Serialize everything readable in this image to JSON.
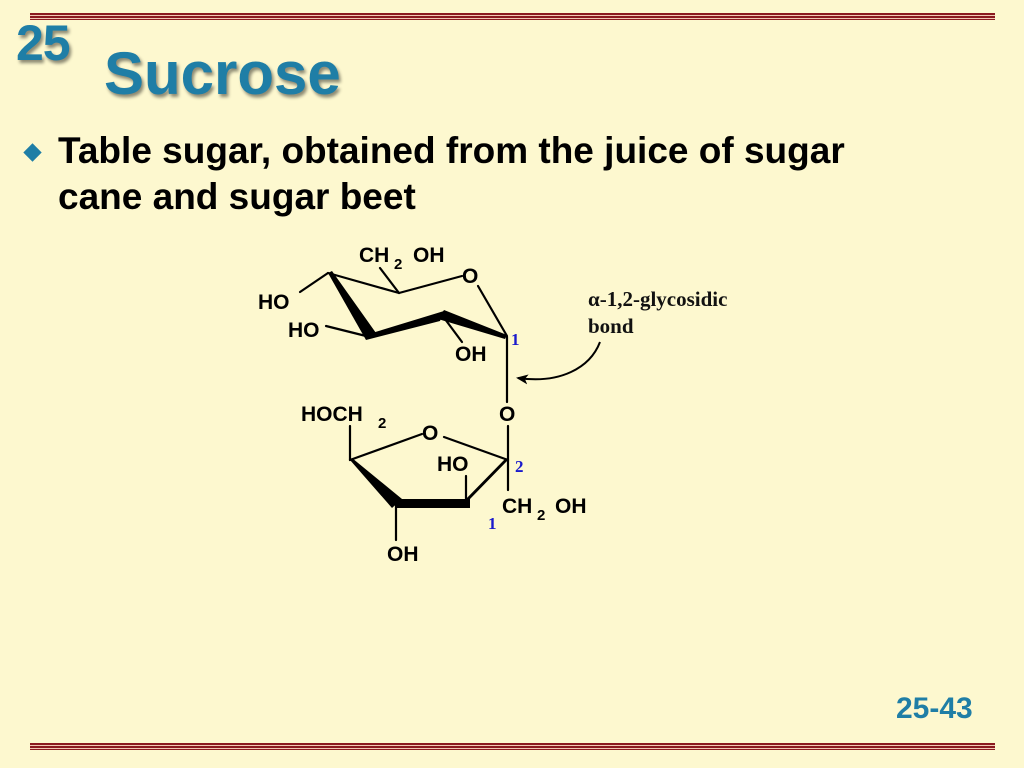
{
  "slide": {
    "chapter_number": "25",
    "title": "Sucrose",
    "bullets": [
      {
        "icon": "diamond-bullet-icon",
        "text": "Table sugar, obtained from the juice of sugar cane and sugar beet"
      }
    ],
    "page_number": "25-43",
    "colors": {
      "background": "#fdf8cf",
      "title": "#1f7ea6",
      "rule": "#8b1a1f",
      "carbon_numbers": "#1a1acc"
    }
  },
  "structure": {
    "glucose_unit": {
      "labels": {
        "ch2oh_top_ch": "CH",
        "ch2oh_top_sub": "2",
        "ch2oh_top_oh": "OH",
        "ring_o": "O",
        "ho_c4": "HO",
        "ho_c3": "HO",
        "oh_c2": "OH",
        "carbon_1": "1"
      }
    },
    "linkage": {
      "bridge_o": "O",
      "annotation_line1": "α-1,2-glycosidic",
      "annotation_line2": "bond"
    },
    "fructose_unit": {
      "labels": {
        "hoch2_main": "HOCH",
        "hoch2_sub": "2",
        "ring_o": "O",
        "ho_c3": "HO",
        "carbon_2": "2",
        "ch2oh_ch": "CH",
        "ch2oh_sub": "2",
        "ch2oh_oh": "OH",
        "carbon_1": "1",
        "oh_c4": "OH"
      }
    }
  }
}
